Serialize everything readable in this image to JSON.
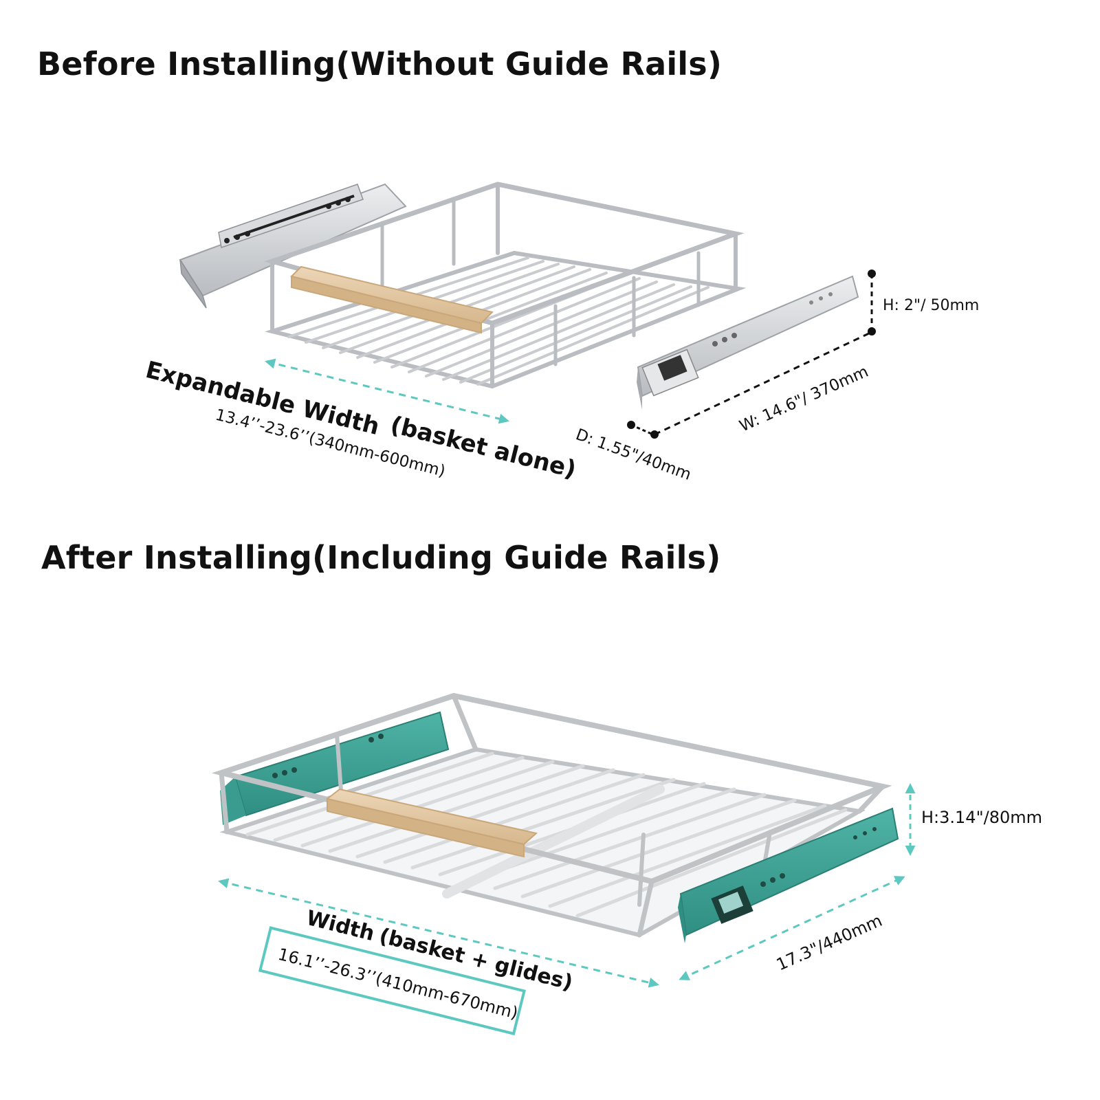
{
  "before": {
    "heading": "Before Installing(Without Guide Rails)",
    "width_label": "Expandable Width",
    "width_note": "(basket alone)",
    "width_range": "13.4’’-23.6’’(340mm-600mm)",
    "rail_height": "H: 2\"/ 50mm",
    "rail_length": "W: 14.6\"/ 370mm",
    "rail_depth": "D: 1.55\"/40mm"
  },
  "after": {
    "heading": "After Installing(Including Guide Rails)",
    "width_label": "Width",
    "width_note": "(basket + glides)",
    "width_range": "16.1’’-26.3’’(410mm-670mm)",
    "height": "H:3.14\"/80mm",
    "depth": "17.3\"/440mm"
  },
  "colors": {
    "accent": "#5cc8c0",
    "rail_teal": "#3fa596",
    "chrome": "#c4c6c9",
    "wood": "#e2c7a2"
  }
}
